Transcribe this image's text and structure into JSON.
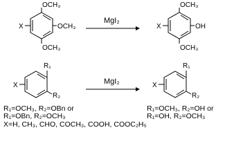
{
  "reactions": [
    {
      "reagent": "MgI₂",
      "reactant": {
        "substituent_x": "X",
        "groups": [
          "OCH₃",
          "OCH₃",
          "OCH₃"
        ]
      },
      "product": {
        "substituent_x": "X",
        "groups": [
          "OCH₃",
          "OH",
          "OCH₃"
        ]
      }
    },
    {
      "reagent": "MgI₂",
      "reactant": {
        "substituent_x": "X",
        "groups": [
          "R₁",
          "R₂"
        ]
      },
      "product": {
        "substituent_x": "X",
        "groups": [
          "R₁",
          "R₂"
        ]
      }
    }
  ],
  "conditions": {
    "left_line1": "R₁=OCH₃, R₂=OBn or",
    "left_line2": "R₁=OBn, R₂=OCH₃",
    "left_line3": "X=H, CH₃, CHO, COCH₃, COOH, COOC₂H₅",
    "right_line1": "R₁=OCH₃, R₂=OH or",
    "right_line2": "R₁=OH, R₂=OCH₃"
  }
}
